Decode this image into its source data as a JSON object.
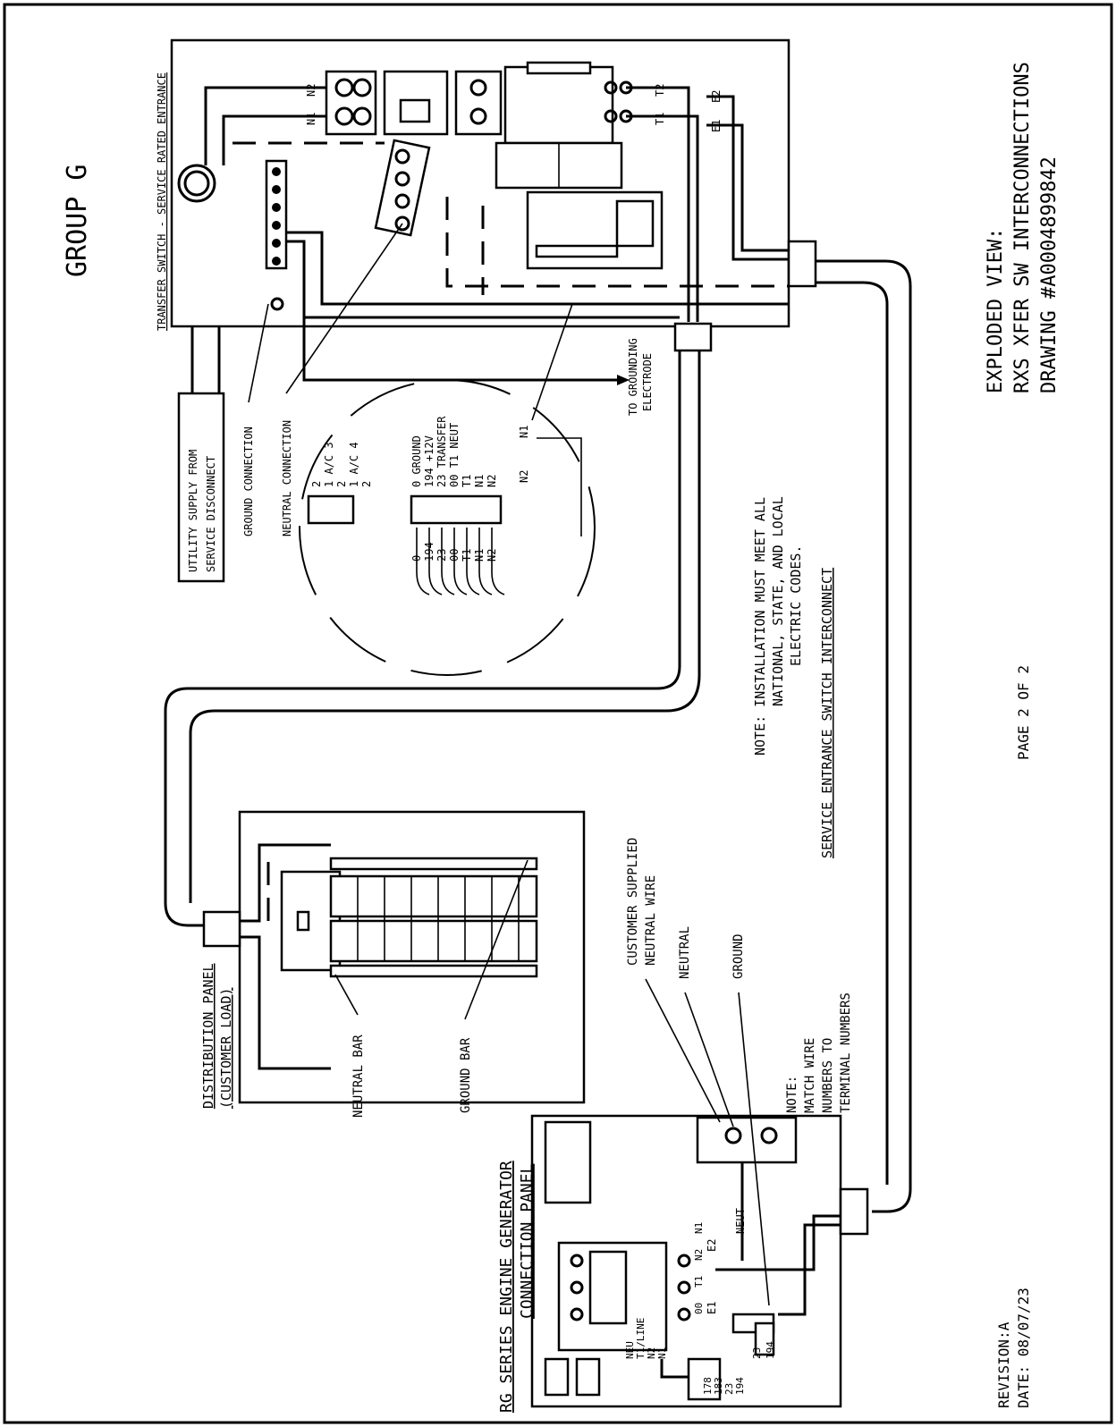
{
  "title": {
    "group": "GROUP G",
    "exploded": "EXPLODED VIEW:",
    "subtitle": "RXS XFER SW INTERCONNECTIONS",
    "drawing": "DRAWING #A0004899842"
  },
  "page": "PAGE 2 OF 2",
  "revision": {
    "rev": "REVISION:A",
    "date": "DATE: 08/07/23"
  },
  "transfer_switch": {
    "label": "TRANSFER SWITCH - SERVICE RATED ENTRANCE",
    "utility_supply": [
      "UTILITY SUPPLY FROM",
      "SERVICE DISCONNECT"
    ],
    "ground_connection": "GROUND CONNECTION",
    "neutral_connection": "NEUTRAL CONNECTION",
    "to_grounding": [
      "TO GROUNDING",
      "ELECTRODE"
    ],
    "n1": "N1",
    "n2": "N2",
    "t1": "T1",
    "t2": "T2",
    "e1": "E1",
    "e2": "E2"
  },
  "terminal_detail": {
    "upper_pins": [
      "2",
      "1 A/C 3",
      "2",
      "1 A/C 4",
      "2"
    ],
    "lower_pins": [
      "0 GROUND",
      "194 +12V",
      "23 TRANSFER",
      "00 T1 NEUT",
      "T1",
      "N1",
      "N2"
    ],
    "wires": [
      "0",
      "194",
      "23",
      "00",
      "T1",
      "N1",
      "N2"
    ],
    "n1": "N1",
    "n2": "N2"
  },
  "note_install": [
    "NOTE: INSTALLATION MUST MEET ALL",
    "NATIONAL, STATE, AND LOCAL",
    "ELECTRIC CODES."
  ],
  "service_entrance": "SERVICE ENTRANCE SWITCH INTERCONNECT",
  "distribution_panel": {
    "title": "DISTRIBUTION PANEL",
    "subtitle": "(CUSTOMER LOAD)",
    "neutral_bar": "NEUTRAL BAR",
    "ground_bar": "GROUND BAR"
  },
  "generator_panel": {
    "title": "RG SERIES ENGINE GENERATOR",
    "subtitle": "CONNECTION PANEL",
    "customer_neutral": [
      "CUSTOMER SUPPLIED",
      "NEUTRAL WIRE"
    ],
    "neutral": "NEUTRAL",
    "ground": "GROUND",
    "note": [
      "NOTE:",
      "MATCH WIRE",
      "NUMBERS TO",
      "TERMINAL NUMBERS"
    ],
    "neut": "NEUT",
    "e1": "E1",
    "e2": "E2",
    "terms_a": [
      "00",
      "T1",
      "N2",
      "N1"
    ],
    "terms_a_labels": [
      "NEU",
      "T1/LINE",
      "N2",
      "N1"
    ],
    "terms_b": [
      "178",
      "183",
      "23",
      "194"
    ],
    "terms_b_wires": [
      "23",
      "194"
    ]
  }
}
